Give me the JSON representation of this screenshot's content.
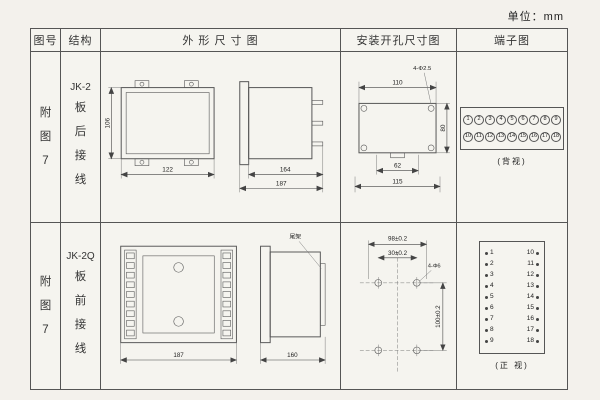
{
  "unit_label": "单位：mm",
  "headers": {
    "fig_no": "图号",
    "structure": "结构",
    "outline": "外 形 尺 寸 图",
    "mounting": "安装开孔尺寸图",
    "terminal": "端子图"
  },
  "rows": [
    {
      "fig_no": "附图7",
      "model": "JK-2",
      "wiring": "板后接线",
      "outline": {
        "front_width": "122",
        "front_height": "106",
        "depth": "164",
        "total_depth": "187"
      },
      "mounting": {
        "width": "110",
        "holes": "4-Φ2.5",
        "height": "80",
        "pitch": "62",
        "bottom_width": "115"
      },
      "terminal": {
        "top_row": [
          "1",
          "2",
          "3",
          "4",
          "5",
          "6",
          "7",
          "8",
          "9"
        ],
        "bottom_row": [
          "10",
          "11",
          "12",
          "13",
          "14",
          "15",
          "16",
          "17",
          "18"
        ],
        "view": "(背视)"
      }
    },
    {
      "fig_no": "附图7",
      "model": "JK-2Q",
      "wiring": "板前接线",
      "outline": {
        "front_width": "187",
        "depth": "160",
        "bracket": "尾架"
      },
      "mounting": {
        "width": "98±0.2",
        "pitch": "30±0.2",
        "holes": "4-Φ6",
        "height": "100±0.2"
      },
      "terminal": {
        "left": [
          "1",
          "2",
          "3",
          "4",
          "5",
          "6",
          "7",
          "8",
          "9"
        ],
        "right": [
          "10",
          "11",
          "12",
          "13",
          "14",
          "15",
          "16",
          "17",
          "18"
        ],
        "view": "(正 视)"
      }
    }
  ]
}
